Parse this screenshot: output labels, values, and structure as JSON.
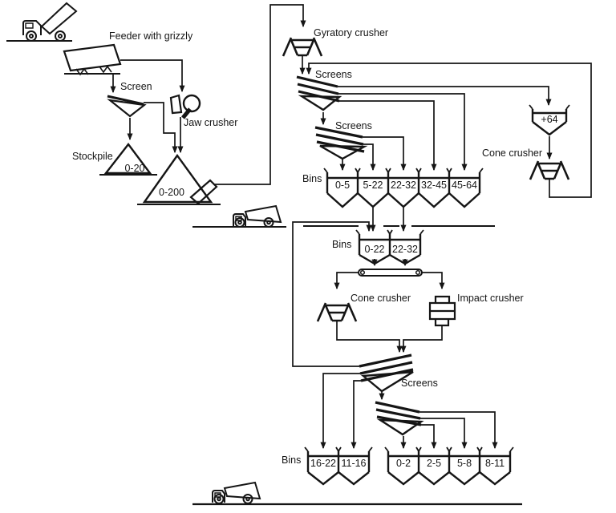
{
  "colors": {
    "ink": "#151515",
    "background": "#ffffff"
  },
  "stage1": {
    "feeder_label": "Feeder with grizzly",
    "screen_label": "Screen",
    "jaw_crusher_label": "Jaw crusher",
    "stockpile_label": "Stockpile",
    "stockpile_fine": "0-20",
    "stockpile_coarse": "0-200"
  },
  "stage2": {
    "gyratory_label": "Gyratory crusher",
    "screens_upper_label": "Screens",
    "screens_lower_label": "Screens",
    "bins_label": "Bins",
    "bin_values": [
      "0-5",
      "5-22",
      "22-32",
      "32-45",
      "45-64"
    ],
    "oversize_bin": "+64",
    "cone_crusher_label": "Cone crusher"
  },
  "stage3": {
    "bins_label": "Bins",
    "bin_values": [
      "0-22",
      "22-32"
    ],
    "cone_crusher_label": "Cone crusher",
    "impact_crusher_label": "Impact crusher"
  },
  "stage4": {
    "screens_label": "Screens",
    "bins_label": "Bins",
    "bins_left_values": [
      "16-22",
      "11-16"
    ],
    "bins_right_values": [
      "0-2",
      "2-5",
      "5-8",
      "8-11"
    ]
  },
  "icons": [
    "dump-truck-icon",
    "feeder-grizzly-icon",
    "screen-icon",
    "jaw-crusher-icon",
    "stockpile-icon",
    "gyratory-crusher-icon",
    "screens-icon",
    "bin-icon",
    "cone-crusher-icon",
    "conveyor-icon",
    "impact-crusher-icon"
  ]
}
